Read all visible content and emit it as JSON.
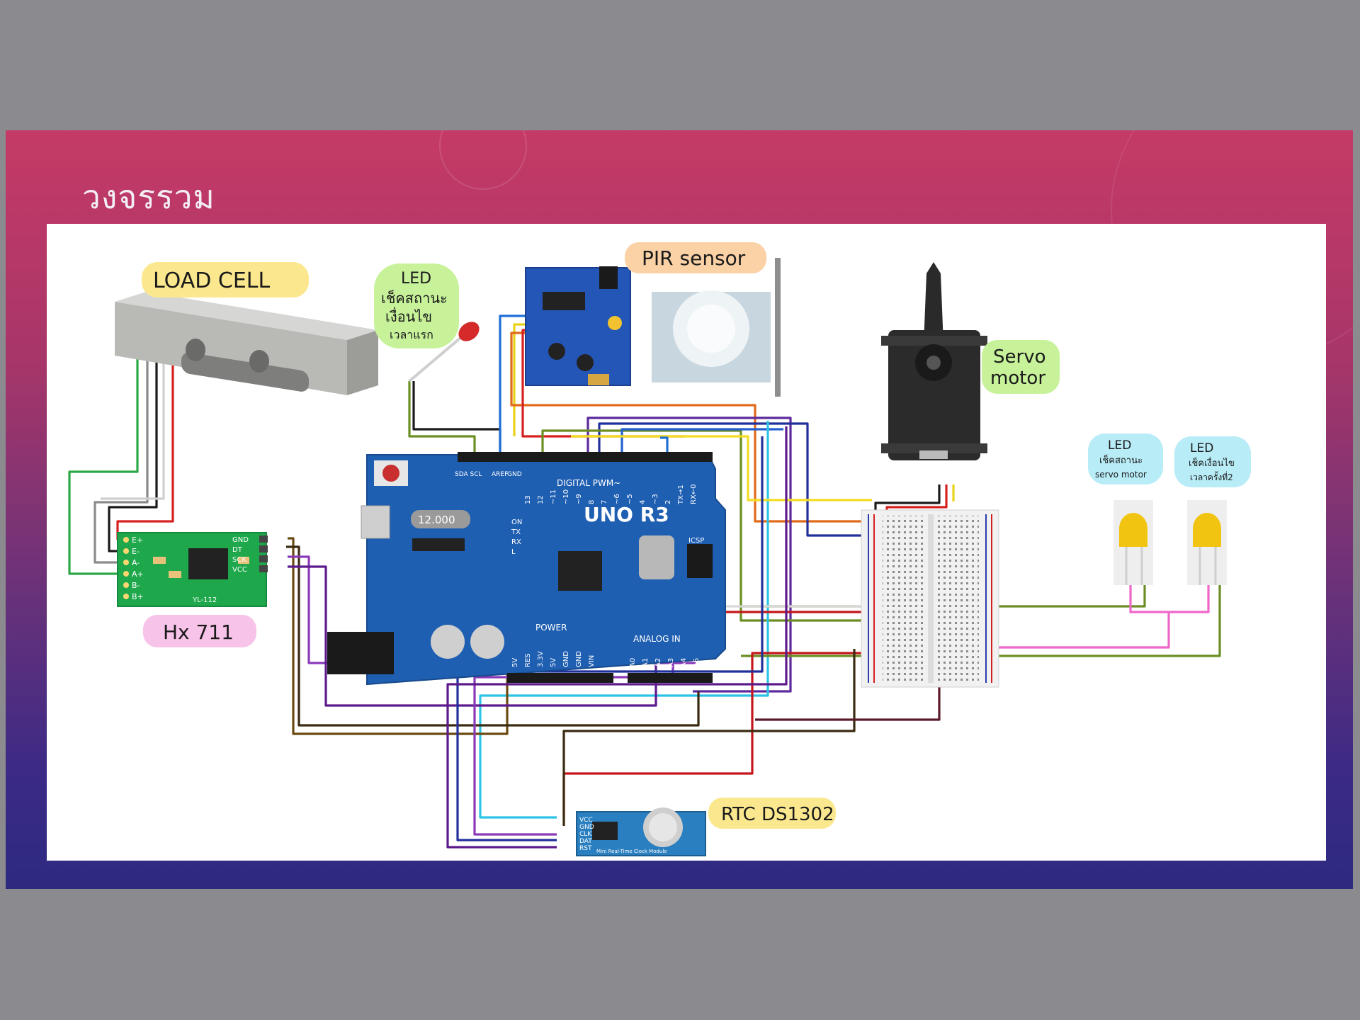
{
  "slide": {
    "title": "วงจรรวม"
  },
  "labels": {
    "load_cell": "LOAD CELL",
    "led1": [
      "LED",
      "เช็คสถานะ",
      "เงื่อนไข",
      "เวลาแรก"
    ],
    "pir": "PIR sensor",
    "servo": [
      "Servo",
      "motor"
    ],
    "led2": [
      "LED",
      "เช็คสถานะ",
      "servo motor"
    ],
    "led3": [
      "LED",
      "เช็คเงื่อนไข",
      "เวลาครั้งที่2"
    ],
    "hx711": "Hx 711",
    "rtc": "RTC  DS1302"
  },
  "arduino": {
    "model": "UNO R3",
    "crystal": "12.000",
    "digital": "DIGITAL PWM~",
    "analog": "ANALOG  IN",
    "power": "POWER",
    "icsp": "ICSP",
    "rx": "RX",
    "tx": "TX",
    "on": "ON",
    "l": "L",
    "sda_scl": "SDA SCL",
    "aref": "AREF",
    "gnd": "GND",
    "power_pins": [
      "5V",
      "RES",
      "3.3V",
      "5V",
      "GND",
      "GND",
      "VIN"
    ],
    "analog_pins": [
      "A0",
      "A1",
      "A2",
      "A3",
      "A4",
      "A5"
    ],
    "digital_pins": [
      "13",
      "12",
      "~11",
      "~10",
      "~9",
      "8",
      "7",
      "~6",
      "~5",
      "4",
      "~3",
      "2",
      "TX→1",
      "RX←0"
    ]
  },
  "hx711_board": {
    "pins_left": [
      "E+",
      "E-",
      "A-",
      "A+",
      "B-",
      "B+"
    ],
    "pins_right": [
      "GND",
      "DT",
      "SCK",
      "VCC"
    ],
    "model": "YL-112"
  },
  "rtc_board": {
    "pins": [
      "VCC",
      "GND",
      "CLK",
      "DAT",
      "RST"
    ],
    "caption": "Mini Real-Time Clock Module"
  },
  "colors": {
    "label_yellow": "#fbe88e",
    "label_green": "#c7f29a",
    "label_orange": "#fbd2a6",
    "label_pink": "#f7c3e8",
    "label_cyan": "#b8ecf7",
    "arduino_blue": "#1f5fb2",
    "hx_green": "#1ea84b",
    "rtc_blue": "#2a7fc0"
  }
}
